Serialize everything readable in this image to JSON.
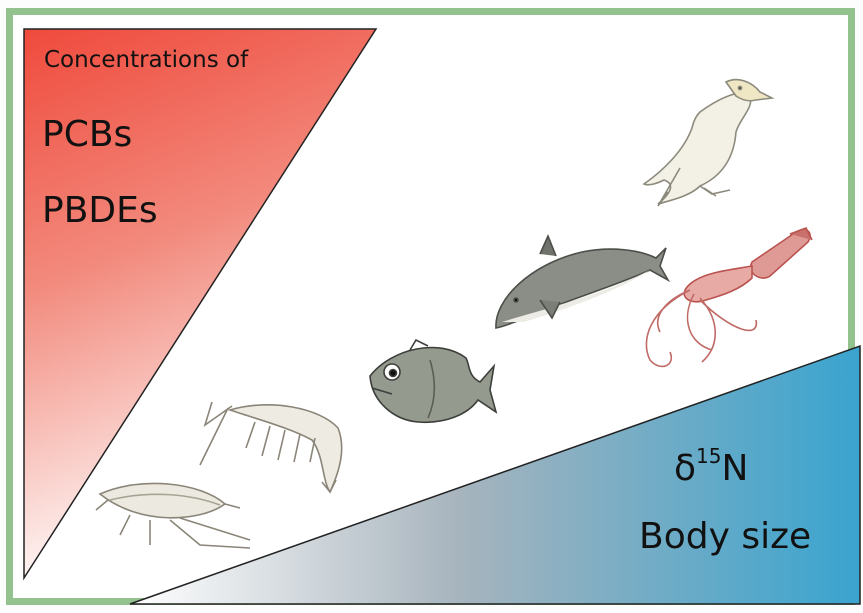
{
  "labels": {
    "concentrations": "Concentrations of",
    "pollutant_1": "PCBs",
    "pollutant_2": "PBDEs",
    "isotope_symbol": "δ",
    "isotope_mass": "15",
    "isotope_element": "N",
    "body_size": "Body size"
  },
  "organisms": [
    "copepod-icon",
    "krill-icon",
    "fish-icon",
    "dolphin-icon",
    "squid-icon",
    "gannet-icon"
  ],
  "colors": {
    "frame_border": "#93c28e",
    "red_wedge": "#ef4a3c",
    "blue_wedge": "#3aa4cf"
  }
}
